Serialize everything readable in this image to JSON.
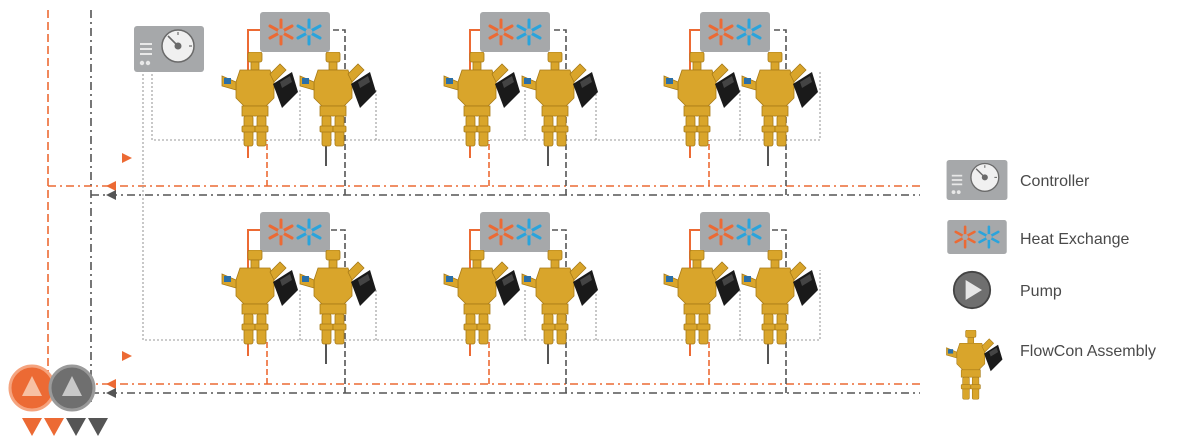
{
  "colors": {
    "supply": "#ec6a34",
    "return_line": "#555555",
    "controller_box": "#a6a8aa",
    "exchanger_box": "#a6a8aa",
    "heat_icon": "#ec6a34",
    "cool_icon": "#2aa4dc",
    "valve_brass": "#d9a52b",
    "actuator": "#1a1a1a",
    "signal_wire": "#9a9a9a"
  },
  "icons": {
    "controller": "controller-dial-icon",
    "heat_exchange": "heat-cool-snowflake-icon",
    "pump": "pump-triangle-icon",
    "flowcon": "flowcon-valve-icon"
  },
  "legend": {
    "controller": "Controller",
    "heat_exchange": "Heat Exchange",
    "pump": "Pump",
    "flowcon": "FlowCon Assembly"
  }
}
